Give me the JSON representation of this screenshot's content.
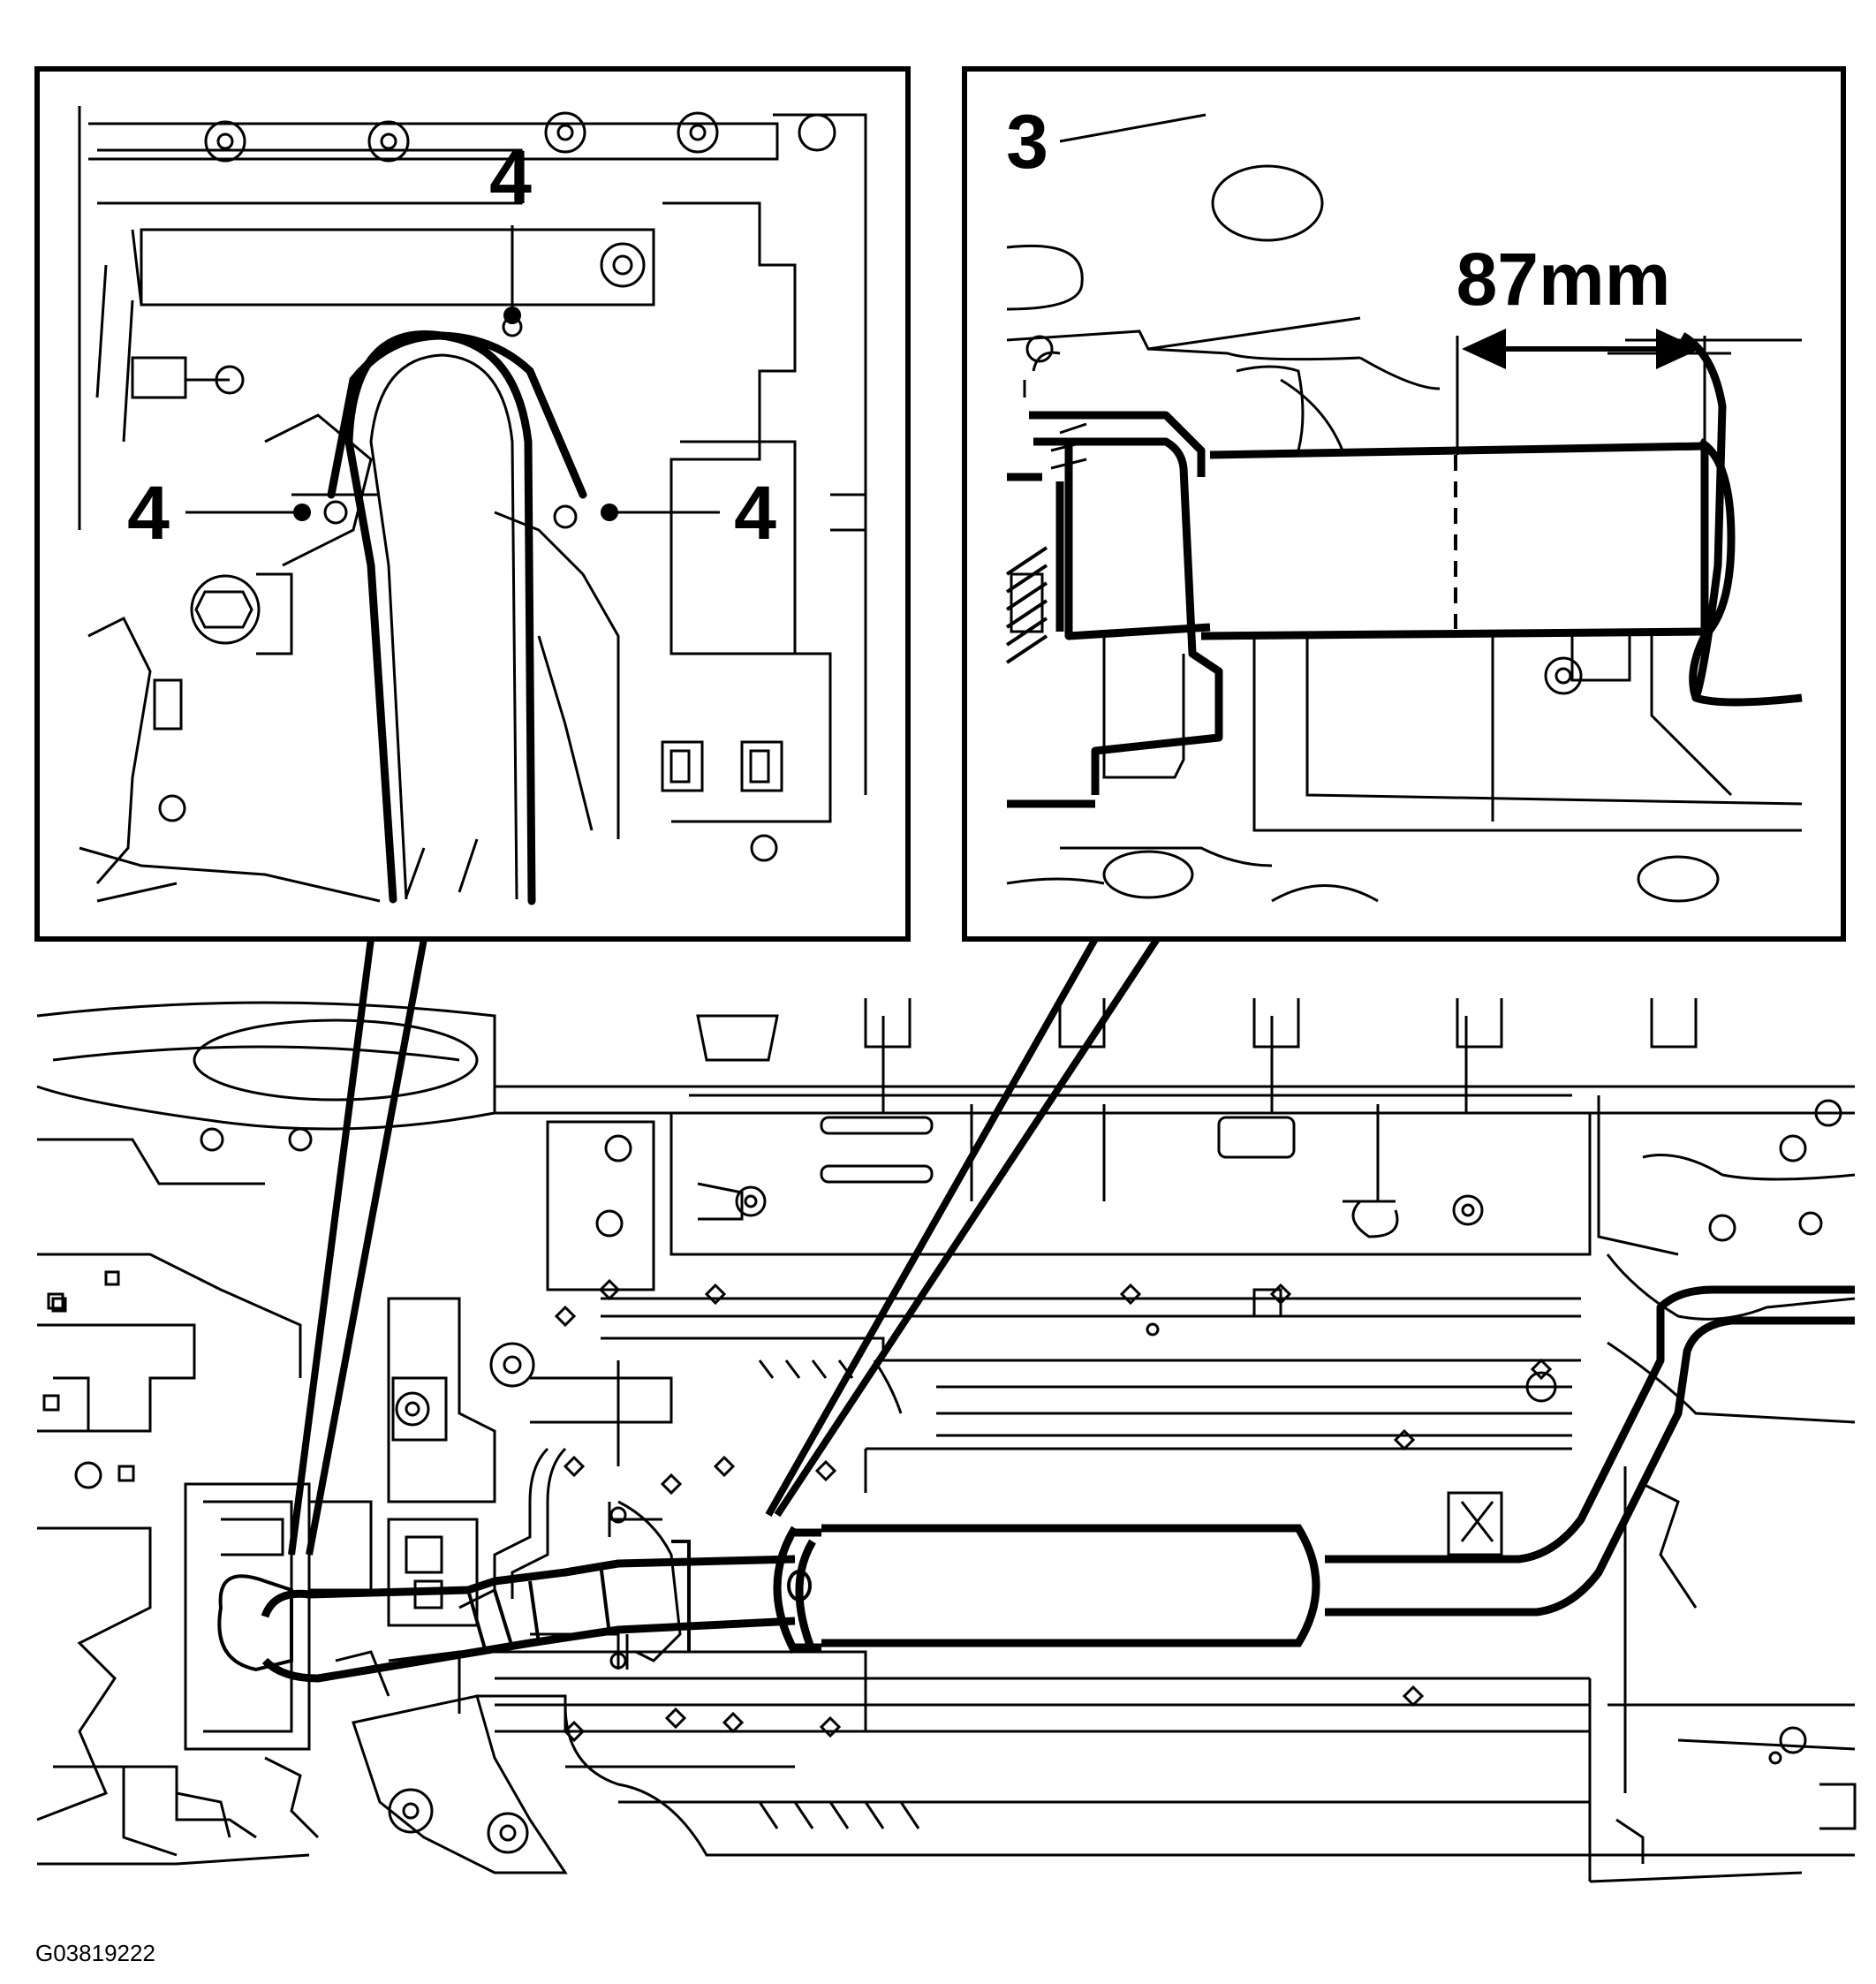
{
  "figure_id": "G03819222",
  "left_inset": {
    "callouts": [
      "4",
      "4",
      "4"
    ]
  },
  "right_inset": {
    "callout": "3",
    "dimension": "87mm"
  },
  "colors": {
    "line": "#000000",
    "background": "#ffffff"
  }
}
